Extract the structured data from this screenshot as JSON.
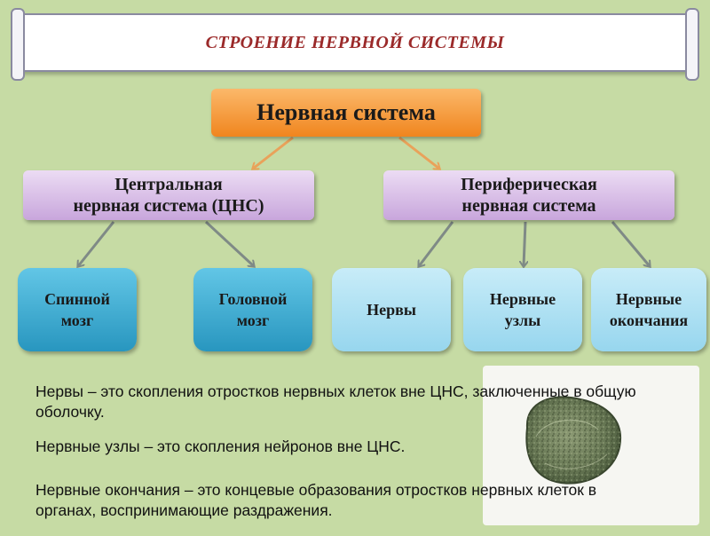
{
  "title": "СТРОЕНИЕ  НЕРВНОЙ  СИСТЕМЫ",
  "root": "Нервная система",
  "cns": {
    "line1": "Центральная",
    "line2": "нервная система (ЦНС)"
  },
  "pns": {
    "line1": "Периферическая",
    "line2": "нервная система"
  },
  "leaves": {
    "spinal": {
      "line1": "Спинной",
      "line2": "мозг"
    },
    "brain": {
      "line1": "Головной",
      "line2": "мозг"
    },
    "nerves": {
      "line1": "Нервы"
    },
    "ganglia": {
      "line1": "Нервные",
      "line2": "узлы"
    },
    "endings": {
      "line1": "Нервные",
      "line2": "окончания"
    }
  },
  "definitions": {
    "nerves": "Нервы – это скопления отростков нервных клеток вне ЦНС, заключенные в общую оболочку.",
    "ganglia": "Нервные узлы – это скопления нейронов вне ЦНС.",
    "endings": "Нервные окончания – это концевые образования отростков нервных клеток в органах, воспринимающие раздражения."
  },
  "colors": {
    "background": "#c6dba4",
    "title_text": "#9b2a2a",
    "root_box": "#f0851e",
    "level2_box": "#c8a6dc",
    "leaf_dark": "#2896bf",
    "leaf_light": "#97d6ee",
    "arrow_orange": "#e9a25a",
    "arrow_gray": "#7f8a86"
  }
}
